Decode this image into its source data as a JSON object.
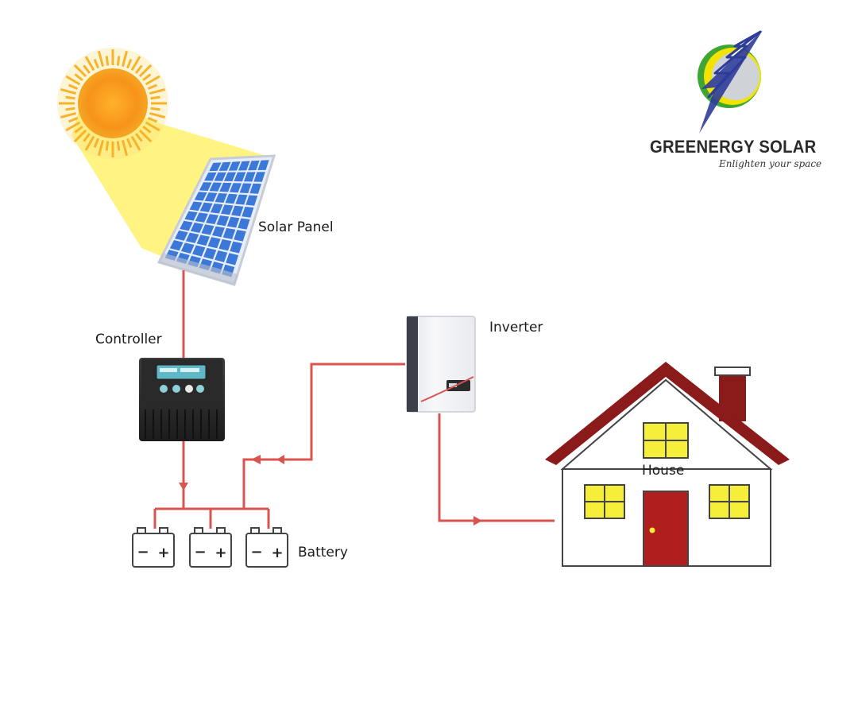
{
  "brand": {
    "name": "GREENERGY SOLAR",
    "tagline": "Enlighten your space"
  },
  "labels": {
    "solar_panel": "Solar Panel",
    "controller": "Controller",
    "inverter": "Inverter",
    "battery": "Battery",
    "house": "House"
  },
  "battery": {
    "minus": "−",
    "plus": "+",
    "count": 3
  },
  "colors": {
    "wire": "#d9534f",
    "sun": "#f7a21b",
    "beam": "#fff27a",
    "panel_cell": "#3c78d8",
    "roof": "#8b1a1a",
    "door": "#b01e1e",
    "window": "#f5ee3a",
    "logo_bolt": "#2d3c99",
    "logo_green": "#3fa535",
    "logo_yellow": "#f2e300"
  },
  "icons": {
    "logo": "lightning-bolt-icon",
    "sun": "sun-icon",
    "panel": "solar-panel-icon",
    "controller": "charge-controller-icon",
    "inverter": "inverter-icon",
    "battery": "battery-icon",
    "house": "house-icon"
  }
}
